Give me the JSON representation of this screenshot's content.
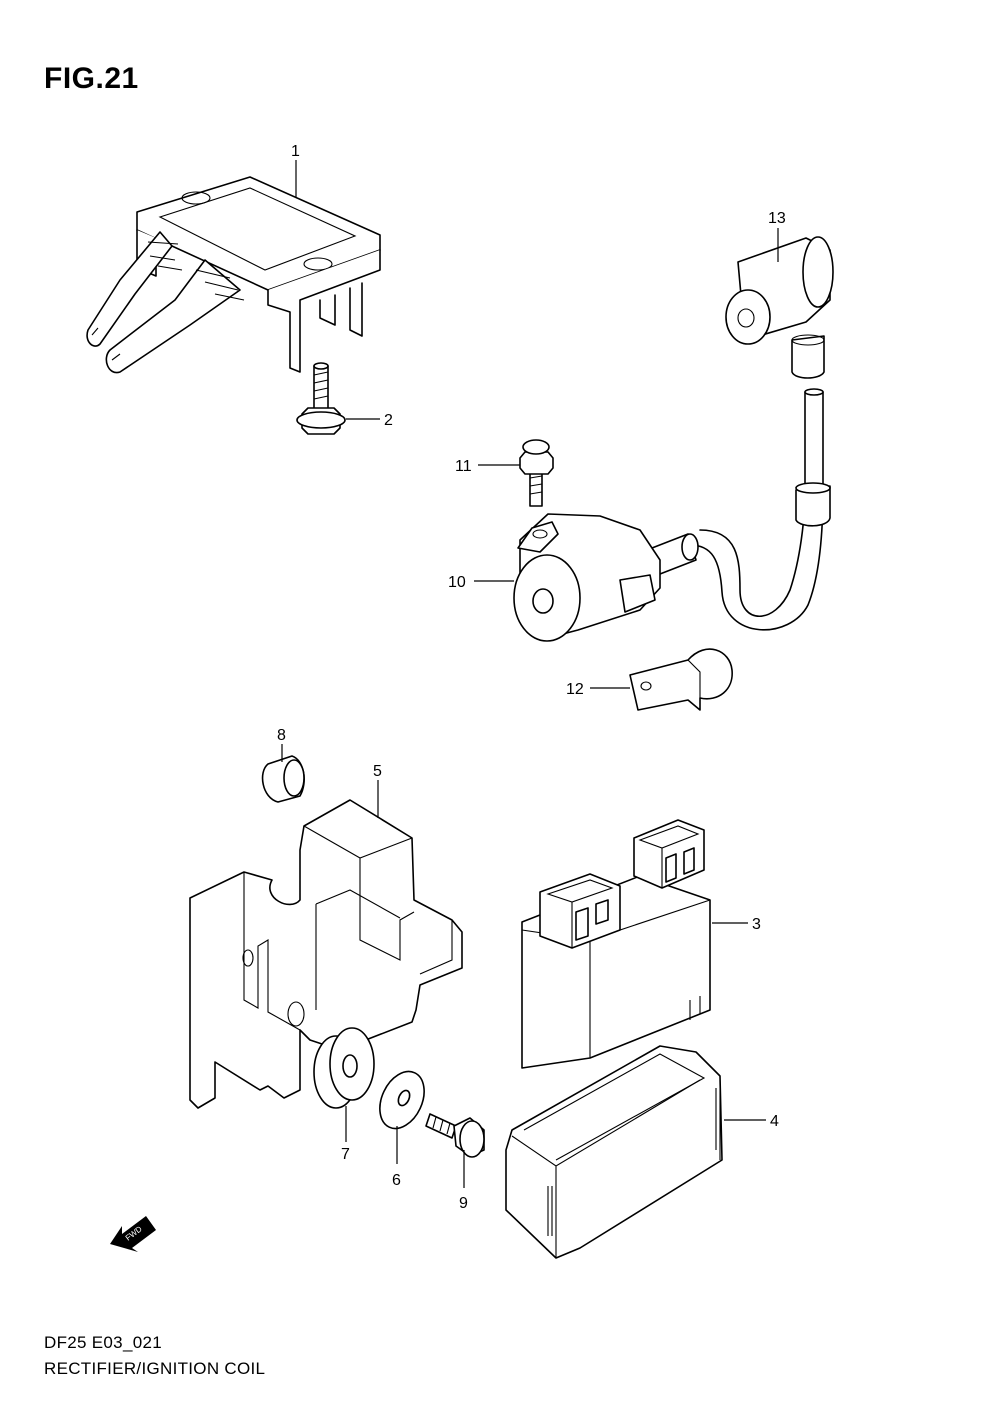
{
  "figure": {
    "title": "FIG.21",
    "code": "DF25 E03_021",
    "name": "RECTIFIER/IGNITION COIL"
  },
  "callouts": [
    "1",
    "2",
    "3",
    "4",
    "5",
    "6",
    "7",
    "8",
    "9",
    "10",
    "11",
    "12",
    "13"
  ],
  "fwd_label": "FWD"
}
